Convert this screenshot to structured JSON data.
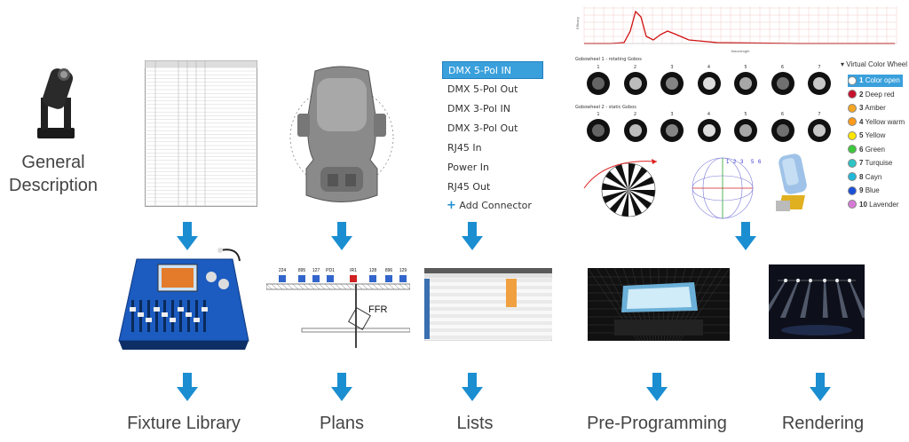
{
  "general": {
    "line1": "General",
    "line2": "Description"
  },
  "captions": {
    "fixture_library": "Fixture Library",
    "plans": "Plans",
    "lists": "Lists",
    "pre_programming": "Pre-Programming",
    "rendering": "Rendering"
  },
  "connectors": {
    "items": [
      "DMX 5-Pol IN",
      "DMX 5-Pol Out",
      "DMX 3-Pol IN",
      "DMX 3-Pol Out",
      "RJ45 In",
      "Power In",
      "RJ45 Out"
    ],
    "add_label": "Add Connector"
  },
  "color_wheel": {
    "title": "Virtual Color Wheel",
    "items": [
      {
        "num": "1",
        "label": "Color open",
        "color": "#ffffff"
      },
      {
        "num": "2",
        "label": "Deep red",
        "color": "#c8102e"
      },
      {
        "num": "3",
        "label": "Amber",
        "color": "#f5a623"
      },
      {
        "num": "4",
        "label": "Yellow warm",
        "color": "#ff9a1a"
      },
      {
        "num": "5",
        "label": "Yellow",
        "color": "#ffe600"
      },
      {
        "num": "6",
        "label": "Green",
        "color": "#3cc83c"
      },
      {
        "num": "7",
        "label": "Turquise",
        "color": "#2ec4c4"
      },
      {
        "num": "8",
        "label": "Cayn",
        "color": "#22b8d8"
      },
      {
        "num": "9",
        "label": "Blue",
        "color": "#1a4fd8"
      },
      {
        "num": "10",
        "label": "Lavender",
        "color": "#d67bd6"
      }
    ]
  },
  "gobos": {
    "wheel1_label": "Gobowheel 1 - rotating Gobos",
    "wheel2_label": "Gobowheel 2 - static Gobos",
    "numbers": [
      "1",
      "2",
      "3",
      "4",
      "5",
      "6",
      "7"
    ]
  },
  "spectrum": {
    "ylabel": "Efficacy",
    "xlabel": "Wavelength"
  },
  "plan": {
    "label": "FFR",
    "fixture_numbers": [
      "224",
      "895",
      "127",
      "PD1",
      "IR1",
      "128",
      "896",
      "129"
    ]
  },
  "diagram_numbers": [
    "1",
    "2",
    "3",
    "5",
    "6"
  ],
  "colors": {
    "arrow": "#1b8ed1",
    "accent": "#3aa0dc",
    "highlight": "#f0a040"
  }
}
